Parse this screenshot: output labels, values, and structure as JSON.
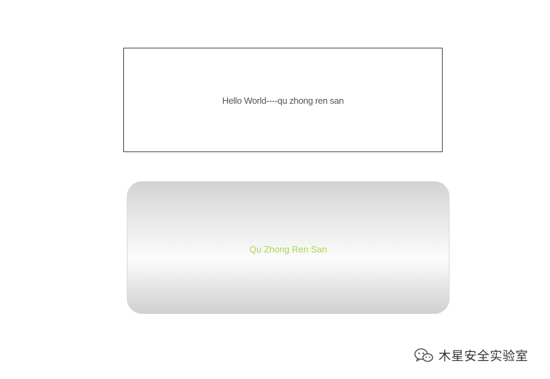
{
  "plain_box": {
    "text": "Hello World----qu zhong ren san"
  },
  "gradient_box": {
    "text": "Qu Zhong Ren San",
    "text_color": "#a6d84a"
  },
  "watermark": {
    "icon": "wechat-icon",
    "text": "木星安全实验室"
  }
}
